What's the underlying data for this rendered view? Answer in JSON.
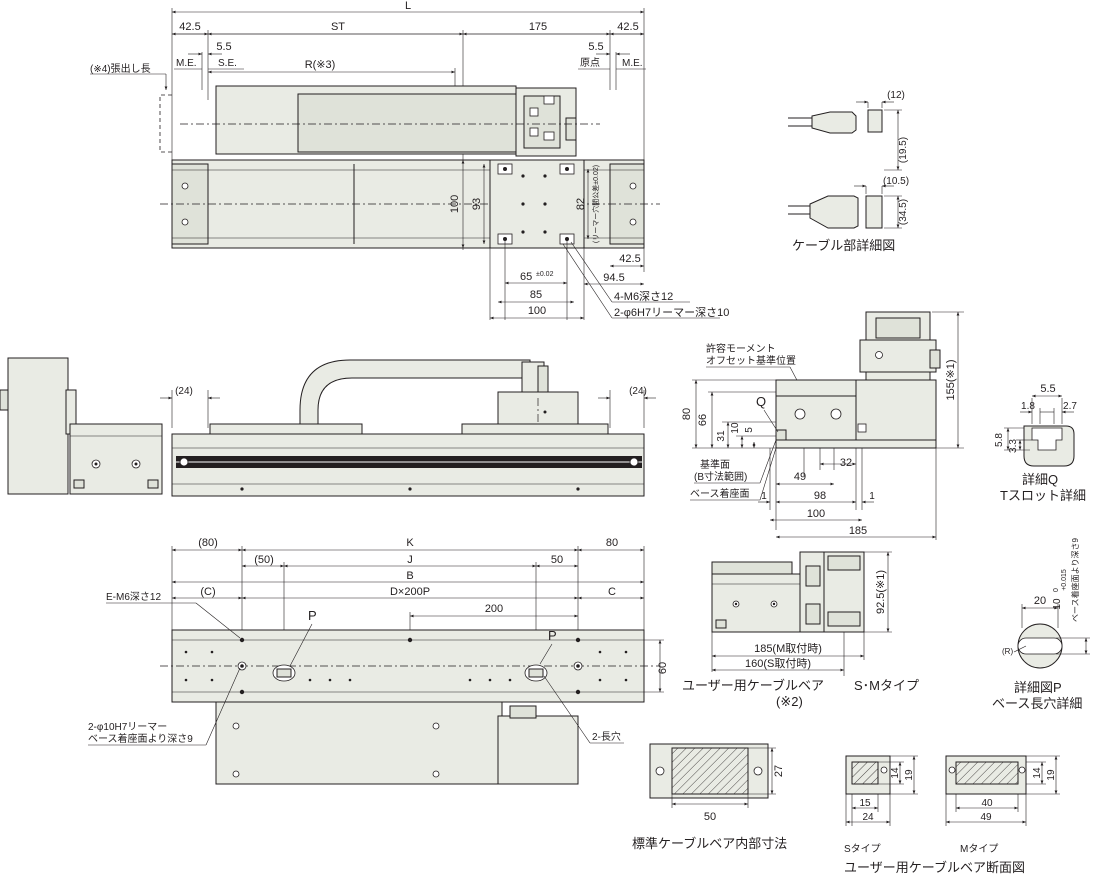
{
  "top_view": {
    "dim_L": "L",
    "dim_42_5_left": "42.5",
    "dim_ST": "ST",
    "dim_175": "175",
    "dim_42_5_right": "42.5",
    "dim_5_5_left": "5.5",
    "dim_5_5_right": "5.5",
    "label_ME_left": "M.E.",
    "label_SE": "S.E.",
    "label_R": "R(※3)",
    "label_origin": "原点",
    "label_ME_right": "M.E.",
    "label_overhang": "(※4)張出し長",
    "dim_100": "100",
    "dim_93": "93",
    "dim_82": "82",
    "reamer_note": "(リーマー穴間公差±0.02)",
    "dim_42_5_bottom": "42.5",
    "dim_94_5": "94.5",
    "dim_65": "65",
    "dim_65_tol": "±0.02",
    "dim_85": "85",
    "dim_100_bottom": "100",
    "note_m6": "4-M6深さ12",
    "note_phi6": "2-φ6H7リーマー深さ10"
  },
  "cable_detail": {
    "title": "ケーブル部詳細図",
    "dim_12": "(12)",
    "dim_19_5": "(19.5)",
    "dim_10_5": "(10.5)",
    "dim_34_5": "(34.5)"
  },
  "side_view": {
    "dim_24_left": "(24)",
    "dim_24_right": "(24)"
  },
  "section_view": {
    "note_moment": "許容モーメント",
    "note_offset": "オフセット基準位置",
    "label_Q": "Q",
    "dim_80": "80",
    "dim_66": "66",
    "dim_31": "31",
    "dim_10": "10",
    "dim_5": "5",
    "dim_32": "32",
    "dim_49": "49",
    "dim_98": "98",
    "dim_1_left": "1",
    "dim_1_right": "1",
    "dim_100": "100",
    "dim_185": "185",
    "dim_155": "155(※1)",
    "label_ref_face": "基準面",
    "label_b_range": "(B寸法範囲)",
    "label_base_face": "ベース着座面"
  },
  "detail_q": {
    "dim_5_5": "5.5",
    "dim_1_8": "1.8",
    "dim_2_7": "2.7",
    "dim_5_8": "5.8",
    "dim_3_3": "3.3",
    "title_1": "詳細Q",
    "title_2": "Tスロット詳細"
  },
  "bottom_view": {
    "dim_80_left": "(80)",
    "dim_K": "K",
    "dim_80_right": "80",
    "dim_50_left": "(50)",
    "dim_J": "J",
    "dim_50_right": "50",
    "dim_B": "B",
    "dim_C_left": "(C)",
    "dim_D": "D×200P",
    "dim_C_right": "C",
    "dim_200": "200",
    "note_em6": "E-M6深さ12",
    "label_P_left": "P",
    "label_P_right": "P",
    "dim_60": "60",
    "note_phi10_1": "2-φ10H7リーマー",
    "note_phi10_2": "ベース着座面より深さ9",
    "note_slot": "2-長穴"
  },
  "user_cable_bear": {
    "dim_92_5": "92.5(※1)",
    "dim_185": "185(M取付時)",
    "dim_160": "160(S取付時)",
    "label_1": "ユーザー用ケーブルベア",
    "label_2": "(※2)",
    "label_type": "S･Mタイプ"
  },
  "detail_p": {
    "dim_20": "20",
    "dim_10_tol": "10",
    "dim_10_sup": "+0.015",
    "dim_10_sub": "0",
    "depth_note": "ベース着座面より深さ9",
    "label_R": "(R)",
    "title_1": "詳細図P",
    "title_2": "ベース長穴詳細"
  },
  "std_cable_bear": {
    "dim_27": "27",
    "dim_50": "50",
    "title": "標準ケーブルベア内部寸法"
  },
  "user_cable_section": {
    "s_dim_14": "14",
    "s_dim_19": "19",
    "s_dim_15": "15",
    "s_dim_24": "24",
    "s_label": "Sタイプ",
    "m_dim_14": "14",
    "m_dim_19": "19",
    "m_dim_40": "40",
    "m_dim_49": "49",
    "m_label": "Mタイプ",
    "title": "ユーザー用ケーブルベア断面図"
  }
}
